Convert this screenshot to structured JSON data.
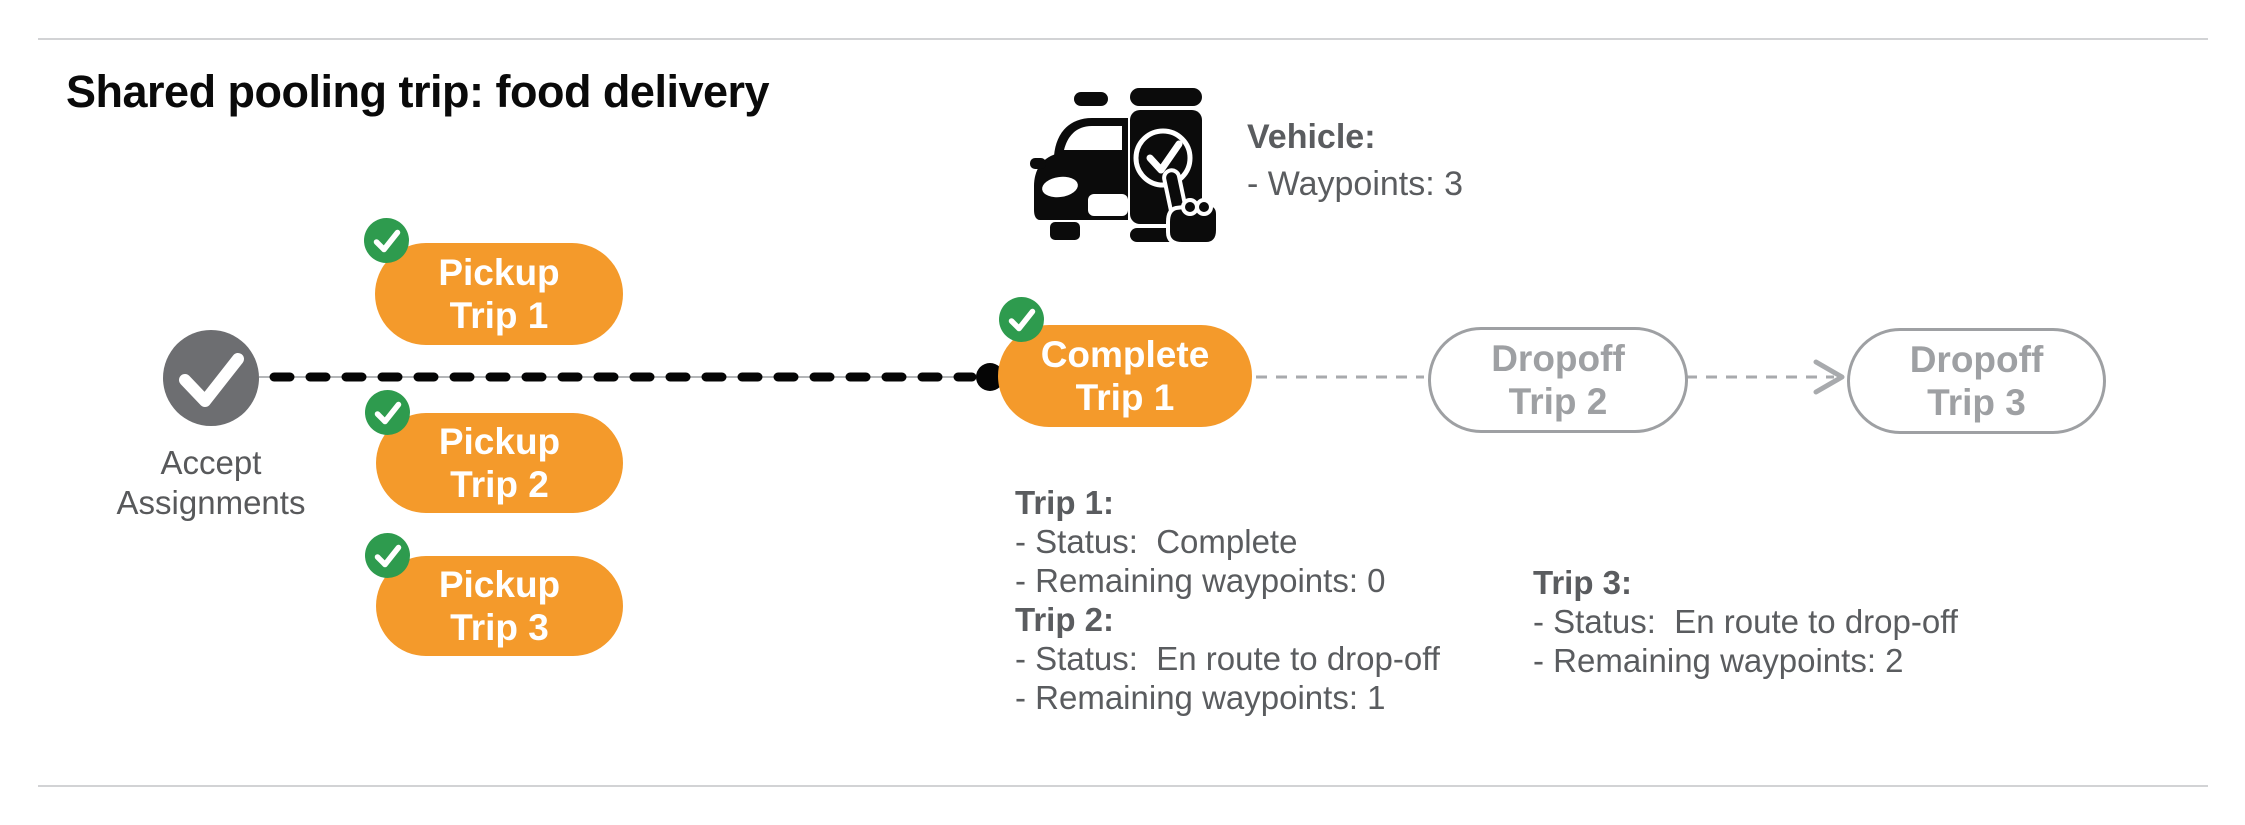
{
  "title": "Shared pooling trip: food delivery",
  "vehicle": {
    "icon": "car-phone-check-icon",
    "label": "Vehicle:",
    "waypoints_line": "- Waypoints: 3"
  },
  "flow": {
    "accept": {
      "icon": "check-icon",
      "line1": "Accept",
      "line2": "Assignments"
    },
    "pickups": [
      {
        "line1": "Pickup",
        "line2": "Trip 1",
        "checked": true
      },
      {
        "line1": "Pickup",
        "line2": "Trip 2",
        "checked": true
      },
      {
        "line1": "Pickup",
        "line2": "Trip 3",
        "checked": true
      }
    ],
    "complete": {
      "line1": "Complete",
      "line2": "Trip 1",
      "checked": true
    },
    "dropoffs": [
      {
        "line1": "Dropoff",
        "line2": "Trip 2"
      },
      {
        "line1": "Dropoff",
        "line2": "Trip 3"
      }
    ]
  },
  "status_blocks": {
    "left": {
      "lines": [
        "Trip 1:",
        "- Status:  Complete",
        "- Remaining waypoints: 0",
        "Trip 2:",
        "- Status:  En route to drop-off",
        "- Remaining waypoints: 1"
      ]
    },
    "right": {
      "lines": [
        "Trip 3:",
        "- Status:  En route to drop-off",
        "- Remaining waypoints: 2"
      ]
    }
  },
  "colors": {
    "orange": "#f49a2b",
    "green": "#2e9b4e",
    "node_gray": "#6d6e71",
    "text_gray": "#5a5c5f",
    "inactive_gray": "#9ea0a3",
    "separator": "#d2d3d5",
    "line_black": "#050505"
  }
}
